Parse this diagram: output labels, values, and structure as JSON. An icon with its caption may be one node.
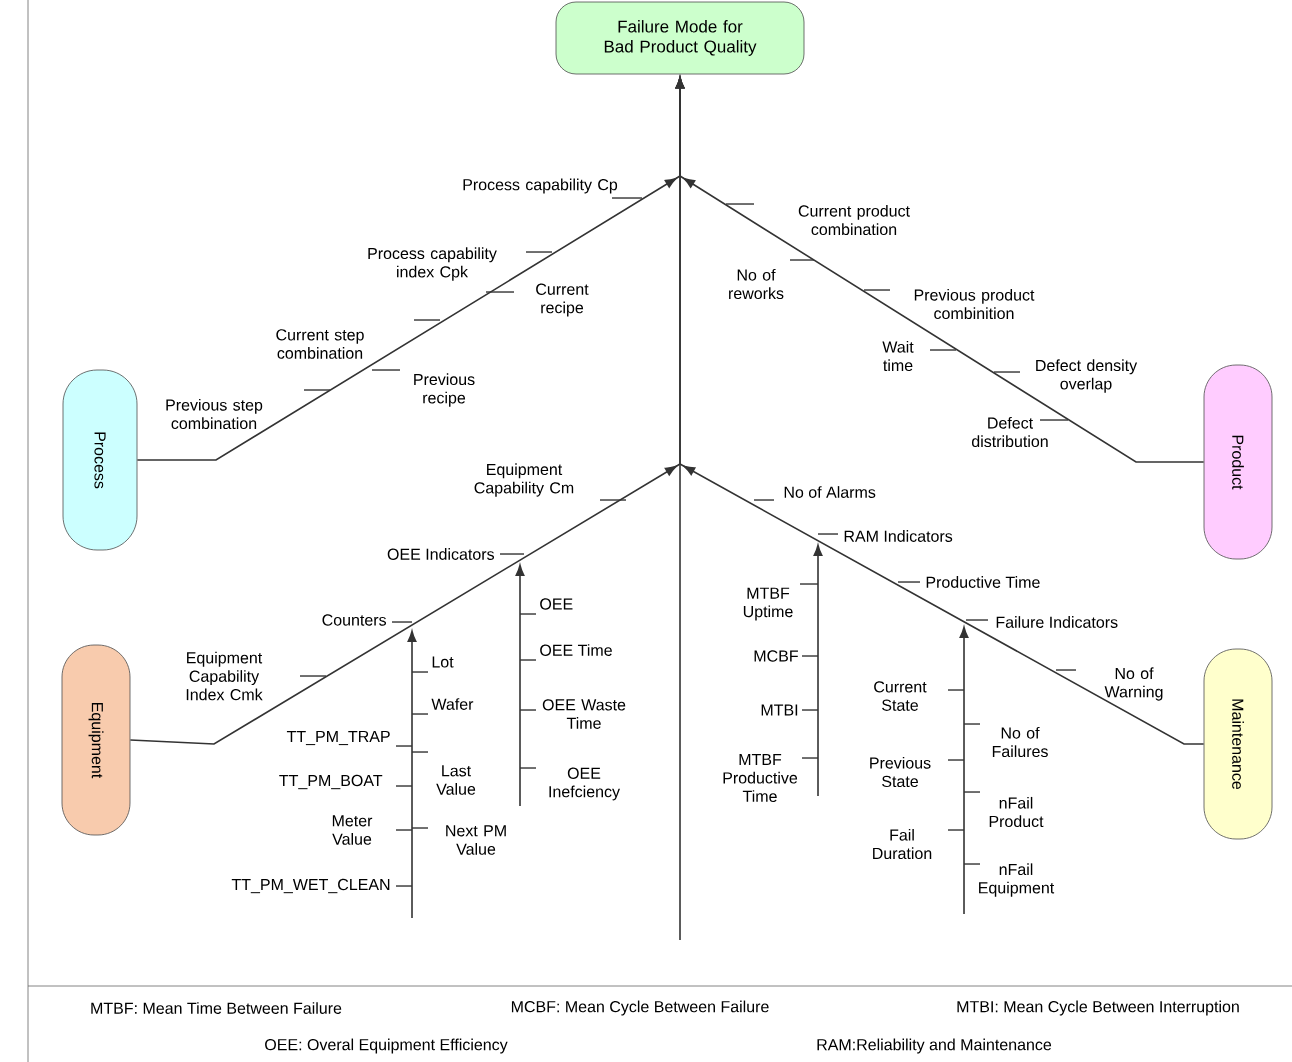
{
  "diagram": {
    "nodes": [
      {
        "text": [
          "Failure Mode for Bad Product Quality"
        ]
      },
      {
        "text": [
          "Process"
        ]
      },
      {
        "text": [
          "Product"
        ]
      },
      {
        "text": [
          "Equipment"
        ]
      },
      {
        "text": [
          "Maintenance"
        ]
      }
    ],
    "edges": [
      {
        "from": 1,
        "to": 0,
        "arrow": "to"
      },
      {
        "from": 2,
        "to": 0,
        "arrow": "to"
      },
      {
        "from": 3,
        "to": 0,
        "arrow": "to"
      },
      {
        "from": 4,
        "to": 0,
        "arrow": "to"
      }
    ],
    "labels": [
      "Process capability Cp",
      "Process capability index Cpk",
      "Current recipe",
      "Current step combination",
      "Previous recipe",
      "Previous step combination",
      "Current product combination",
      "No of reworks",
      "Previous product combinition",
      "Wait time",
      "Defect density overlap",
      "Defect distribution",
      "Equipment Capability Cm",
      "OEE Indicators",
      "Counters",
      "Equipment Capability Index Cmk",
      "TT_PM_TRAP",
      "TT_PM_BOAT",
      "Meter Value",
      "TT_PM_WET_CLEAN",
      "Lot",
      "Wafer",
      "Last Value",
      "Next PM Value",
      "OEE",
      "OEE Time",
      "OEE Waste Time",
      "OEE Inefciency",
      "No of Alarms",
      "RAM Indicators",
      "Productive Time",
      "Failure Indicators",
      "No of Warning",
      "MTBF Uptime",
      "MCBF",
      "MTBI",
      "MTBF Productive Time",
      "Current State",
      "Previous State",
      "Fail Duration",
      "No of Failures",
      "nFail Product",
      "nFail Equipment",
      "MTBF: Mean Time Between Failure",
      "MCBF: Mean Cycle Between Failure",
      "MTBI: Mean Cycle Between Interruption",
      "OEE: Overal Equipment Efficiency",
      "RAM:Reliability and Maintenance"
    ]
  }
}
